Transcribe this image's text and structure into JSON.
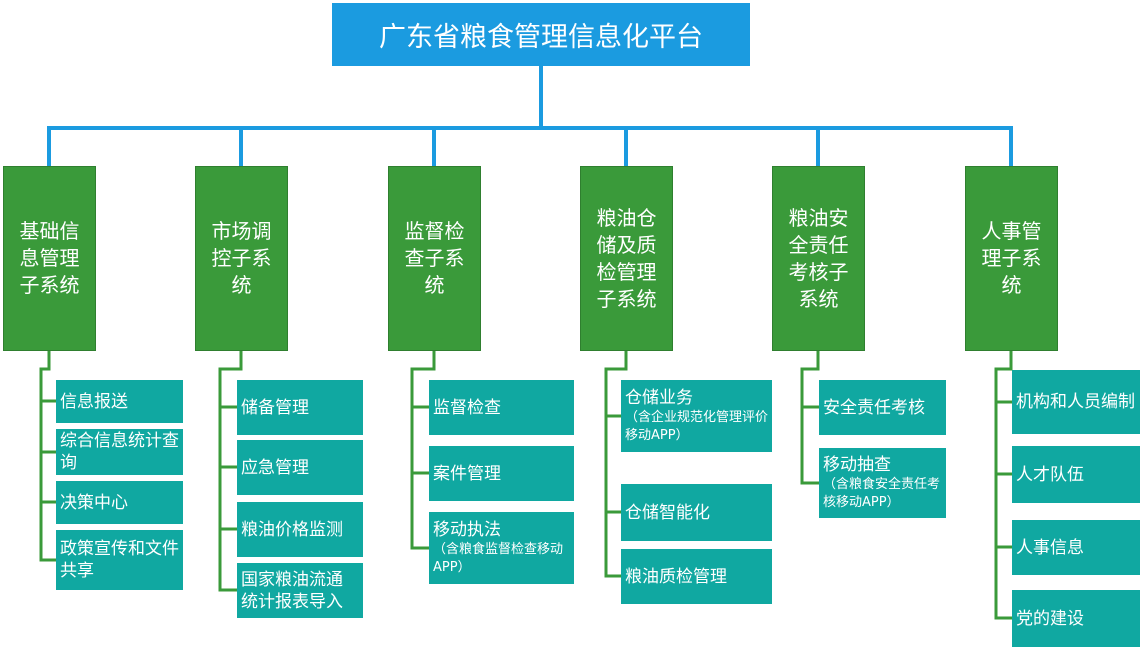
{
  "root": {
    "title": "广东省粮食管理信息化平台"
  },
  "subsystems": [
    {
      "label": "基础信息管理子系统",
      "items": [
        {
          "label": "信息报送"
        },
        {
          "label": "综合信息统计查询"
        },
        {
          "label": "决策中心"
        },
        {
          "label": "政策宣传和文件共享"
        }
      ]
    },
    {
      "label": "市场调控子系统",
      "items": [
        {
          "label": "储备管理"
        },
        {
          "label": "应急管理"
        },
        {
          "label": "粮油价格监测"
        },
        {
          "label": "国家粮油流通统计报表导入"
        }
      ]
    },
    {
      "label": "监督检查子系统",
      "items": [
        {
          "label": "监督检查"
        },
        {
          "label": "案件管理"
        },
        {
          "label": "移动执法",
          "note": "（含粮食监督检查移动APP）"
        }
      ]
    },
    {
      "label": "粮油仓储及质检管理子系统",
      "items": [
        {
          "label": "仓储业务",
          "note": "（含企业规范化管理评价移动APP）"
        },
        {
          "label": "仓储智能化"
        },
        {
          "label": "粮油质检管理"
        }
      ]
    },
    {
      "label": "粮油安全责任考核子系统",
      "items": [
        {
          "label": "安全责任考核"
        },
        {
          "label": "移动抽查",
          "note": "（含粮食安全责任考核移动APP）"
        }
      ]
    },
    {
      "label": "人事管理子系统",
      "items": [
        {
          "label": "机构和人员编制"
        },
        {
          "label": "人才队伍"
        },
        {
          "label": "人事信息"
        },
        {
          "label": "党的建设"
        }
      ]
    }
  ]
}
